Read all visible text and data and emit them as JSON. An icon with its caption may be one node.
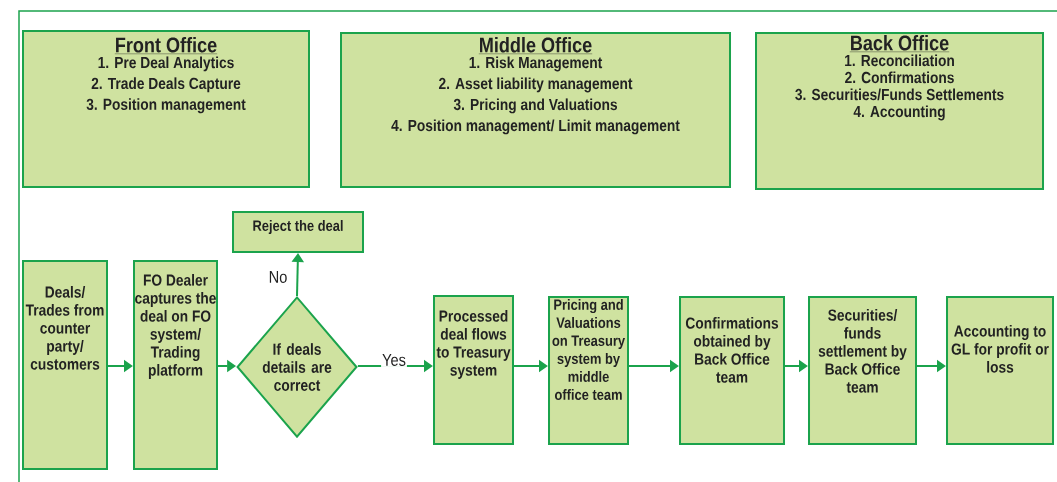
{
  "diagram": {
    "nodes": [
      {
        "text": [
          "Front Office",
          "1. Pre Deal Analytics",
          "2. Trade Deals Capture",
          "3. Position management"
        ]
      },
      {
        "text": [
          "Middle Office",
          "1. Risk Management",
          "2. Asset liability management",
          "3. Pricing and Valuations",
          "4. Position management/ Limit management"
        ]
      },
      {
        "text": [
          "Back Office",
          "1. Reconciliation",
          "2. Confirmations",
          "3. Securities/Funds Settlements",
          "4. Accounting"
        ]
      },
      {
        "text": [
          "Reject the deal"
        ]
      },
      {
        "text": [
          "Deals/ Trades from counter party/ customers"
        ]
      },
      {
        "text": [
          "FO Dealer captures the deal on FO system/ Trading platform"
        ]
      },
      {
        "text": [
          "If deals details are correct"
        ]
      },
      {
        "text": [
          "Processed deal flows to Treasury system"
        ]
      },
      {
        "text": [
          "Pricing and Valuations on Treasury system by middle office team"
        ]
      },
      {
        "text": [
          "Confirmations obtained by Back Office team"
        ]
      },
      {
        "text": [
          "Securities/ funds settlement by Back Office team"
        ]
      },
      {
        "text": [
          "Accounting to GL for profit or loss"
        ]
      }
    ],
    "edges": [
      {
        "from": 4,
        "to": 5,
        "arrow": "to"
      },
      {
        "from": 5,
        "to": 6,
        "arrow": "to"
      },
      {
        "from": 6,
        "to": 3,
        "arrow": "to",
        "label": "No"
      },
      {
        "from": 6,
        "to": 7,
        "arrow": "to",
        "label": "Yes"
      },
      {
        "from": 7,
        "to": 8,
        "arrow": "to"
      },
      {
        "from": 8,
        "to": 9,
        "arrow": "to"
      },
      {
        "from": 9,
        "to": 10,
        "arrow": "to"
      },
      {
        "from": 10,
        "to": 11,
        "arrow": "to"
      }
    ]
  }
}
